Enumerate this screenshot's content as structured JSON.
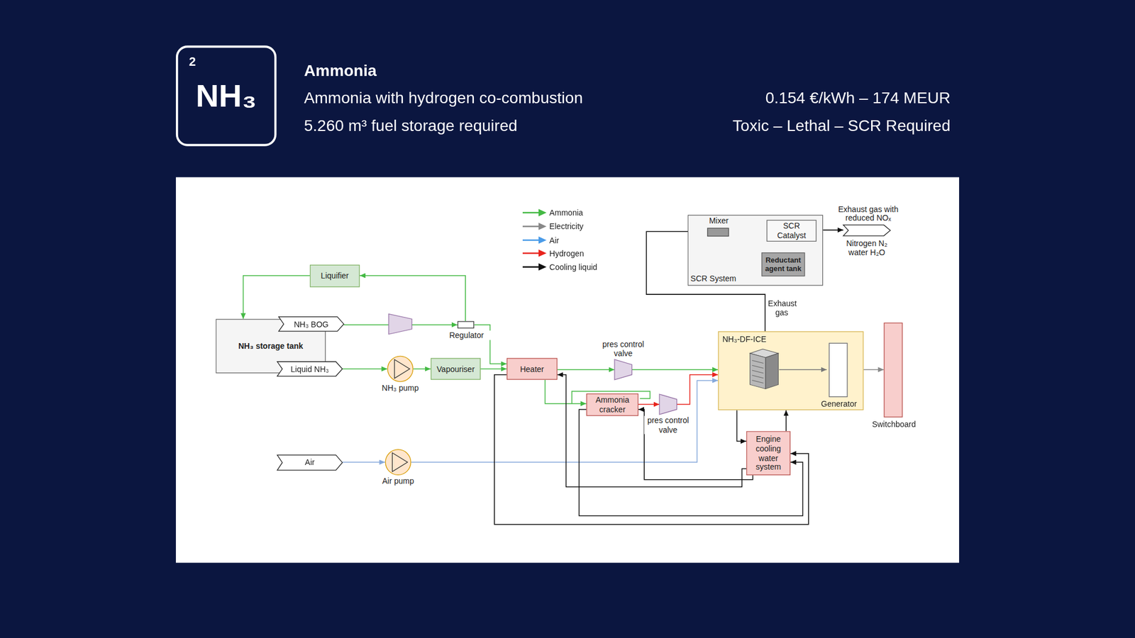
{
  "diagram": {
    "title": "Ammonia",
    "nodes": [
      {
        "text": [
          "2",
          "NH₃"
        ]
      },
      {
        "text": [
          "NH₃ storage tank"
        ]
      },
      {
        "text": [
          "NH₃ BOG"
        ]
      },
      {
        "text": [
          "Liquid NH₃"
        ]
      },
      {
        "text": [
          "Liquifier"
        ]
      },
      {
        "text": [
          "Regulator"
        ]
      },
      {
        "text": [
          "NH₃ pump"
        ]
      },
      {
        "text": [
          "Vapouriser"
        ]
      },
      {
        "text": [
          "Heater"
        ]
      },
      {
        "text": [
          "pres control valve"
        ]
      },
      {
        "text": [
          "Ammonia cracker"
        ]
      },
      {
        "text": [
          "pres control valve"
        ]
      },
      {
        "text": [
          "NH₃-DF-ICE"
        ]
      },
      {
        "text": [
          "Generator"
        ],
        "in": 12
      },
      {
        "text": [
          "Switchboard"
        ]
      },
      {
        "text": [
          "Engine cooling water system"
        ]
      },
      {
        "text": [
          "Air"
        ]
      },
      {
        "text": [
          "Air pump"
        ]
      },
      {
        "text": [
          "SCR System"
        ]
      },
      {
        "text": [
          "Mixer"
        ],
        "in": 18
      },
      {
        "text": [
          "SCR Catalyst"
        ],
        "in": 18
      },
      {
        "text": [
          "Reductant agent tank"
        ],
        "in": 18
      },
      {
        "text": [
          "Exhaust gas with reduced NOₓ",
          "Nitrogen N₂ water H₂O"
        ]
      }
    ],
    "edges": [
      {
        "from": 4,
        "to": 1,
        "arrow": "to"
      },
      {
        "from": 5,
        "to": 4,
        "arrow": "to"
      },
      {
        "from": 2,
        "to": 5,
        "arrow": "to"
      },
      {
        "from": 5,
        "to": 8,
        "arrow": "to"
      },
      {
        "from": 3,
        "to": 6,
        "arrow": "to"
      },
      {
        "from": 6,
        "to": 7,
        "arrow": "to"
      },
      {
        "from": 7,
        "to": 8,
        "arrow": "to"
      },
      {
        "from": 8,
        "to": 9,
        "arrow": "to"
      },
      {
        "from": 9,
        "to": 12,
        "arrow": "to"
      },
      {
        "from": 8,
        "to": 10,
        "arrow": "to"
      },
      {
        "from": 10,
        "to": 11,
        "arrow": "to"
      },
      {
        "from": 11,
        "to": 12,
        "arrow": "to"
      },
      {
        "from": 16,
        "to": 17,
        "arrow": "to"
      },
      {
        "from": 17,
        "to": 12,
        "arrow": "to"
      },
      {
        "from": 12,
        "to": 19,
        "label": "Exhaust gas",
        "arrow": "to"
      },
      {
        "from": 19,
        "to": 20,
        "arrow": "to"
      },
      {
        "from": 21,
        "to": 19,
        "arrow": "to"
      },
      {
        "from": 20,
        "to": 22,
        "arrow": "to"
      },
      {
        "from": 13,
        "to": 14,
        "arrow": "to"
      },
      {
        "from": 12,
        "to": 15,
        "arrow": "to"
      },
      {
        "from": 15,
        "to": 12,
        "arrow": "to"
      },
      {
        "from": 8,
        "to": 15,
        "arrow": "to"
      },
      {
        "from": 10,
        "to": 15,
        "arrow": "to"
      },
      {
        "from": 15,
        "to": 8,
        "arrow": "to"
      },
      {
        "from": 15,
        "to": 10,
        "arrow": "to"
      }
    ],
    "labels": [
      "Ammonia with hydrogen co-combustion",
      "5.260 m³ fuel storage required",
      "0.154 €/kWh – 174 MEUR",
      "Toxic – Lethal – SCR Required"
    ],
    "legend": [
      {
        "text": "Ammonia",
        "color": "#44b944"
      },
      {
        "text": "Electricity",
        "color": "#888888"
      },
      {
        "text": "Air",
        "color": "#4a9be8"
      },
      {
        "text": "Hydrogen",
        "color": "#e8231c"
      },
      {
        "text": "Cooling liquid",
        "color": "#111111"
      }
    ]
  }
}
